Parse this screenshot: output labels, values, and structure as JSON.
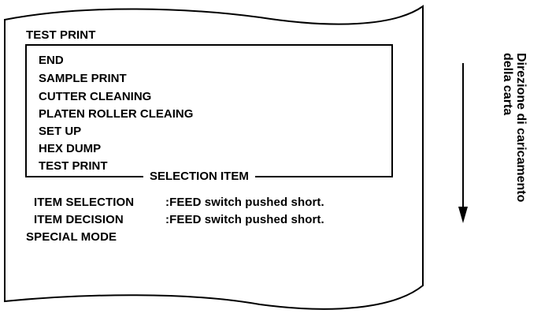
{
  "title": "TEST PRINT",
  "menu_items": [
    "END",
    "SAMPLE PRINT",
    "CUTTER CLEANING",
    "PLATEN ROLLER CLEAING",
    "SET UP",
    "HEX DUMP",
    "TEST PRINT"
  ],
  "selection_item_label": "SELECTION ITEM",
  "instructions": [
    {
      "label": "ITEM SELECTION",
      "value": ":FEED switch pushed short."
    },
    {
      "label": "ITEM DECISION",
      "value": ":FEED switch pushed short."
    }
  ],
  "special_mode": "SPECIAL MODE",
  "direction_label": {
    "line1": "Direzione di caricamento",
    "line2": "della carta"
  }
}
